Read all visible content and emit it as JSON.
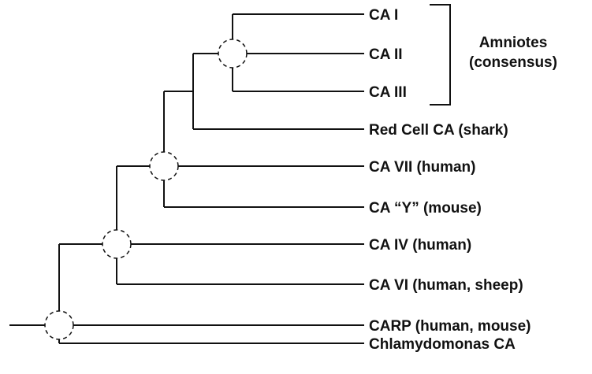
{
  "leaves": [
    {
      "id": "ca1",
      "label": "CA I"
    },
    {
      "id": "ca2",
      "label": "CA II"
    },
    {
      "id": "ca3",
      "label": "CA III"
    },
    {
      "id": "redcell",
      "label": "Red Cell CA (shark)"
    },
    {
      "id": "ca7",
      "label": "CA VII (human)"
    },
    {
      "id": "cay",
      "label": "CA “Y” (mouse)"
    },
    {
      "id": "ca4",
      "label": "CA IV (human)"
    },
    {
      "id": "ca6",
      "label": "CA VI (human, sheep)"
    },
    {
      "id": "carp",
      "label": "CARP (human, mouse)"
    },
    {
      "id": "chlamy",
      "label": "Chlamydomonas CA"
    }
  ],
  "group": {
    "line1": "Amniotes",
    "line2": "(consensus)",
    "members": [
      "ca1",
      "ca2",
      "ca3"
    ]
  }
}
